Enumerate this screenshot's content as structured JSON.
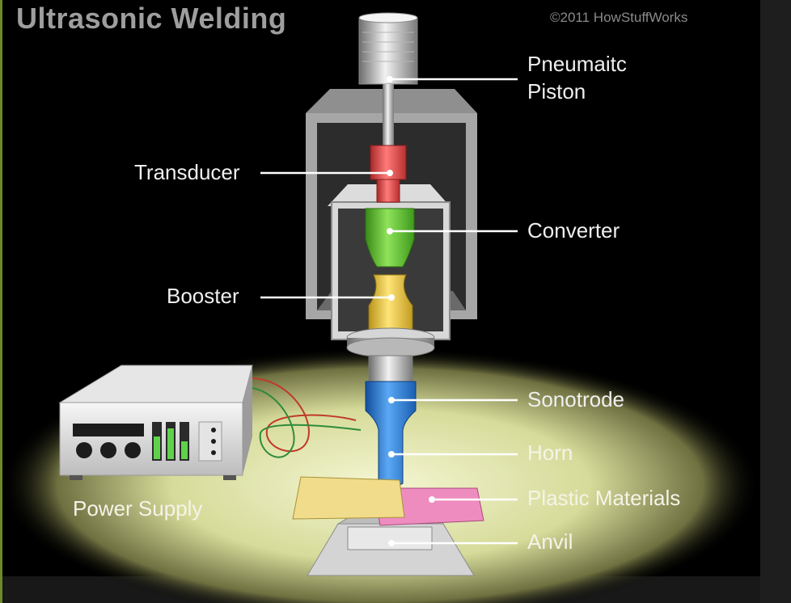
{
  "title": "Ultrasonic Welding",
  "copyright": "©2011 HowStuffWorks",
  "labels": {
    "piston_line1": "Pneumaitc",
    "piston_line2": "Piston",
    "transducer": "Transducer",
    "converter": "Converter",
    "booster": "Booster",
    "sonotrode": "Sonotrode",
    "horn": "Horn",
    "plastic_materials": "Plastic Materials",
    "anvil": "Anvil",
    "power_supply": "Power Supply"
  },
  "colors": {
    "transducer": "#e04848",
    "converter": "#58b82a",
    "booster": "#e8c83a",
    "sonotrode": "#2a7ed8",
    "plastic_yellow": "#f0dc8a",
    "plastic_pink": "#ee8cc0"
  }
}
